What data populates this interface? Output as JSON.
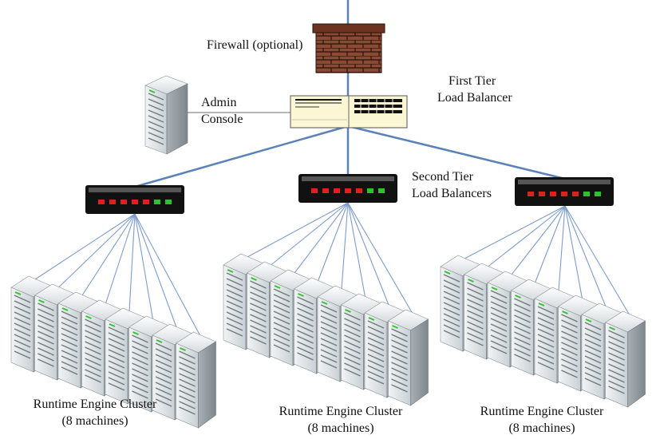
{
  "colors": {
    "link": "#5b82b8",
    "fan_line": "#7f9ccc",
    "brick": "#8b4a35",
    "mortar": "#2a1208",
    "balancer_body": "#fbf6d4",
    "switch_body": "#111111",
    "led_red": "#e21f1f",
    "led_green": "#2fc22f",
    "server_front": "#dde3e6",
    "server_side": "#9aa3a8"
  },
  "firewall": {
    "icon": "brick-wall-icon",
    "label": "Firewall  (optional)"
  },
  "admin_console": {
    "icon": "server-tower-icon",
    "label_line1": "Admin",
    "label_line2": "Console"
  },
  "first_tier": {
    "icon": "load-balancer-appliance-icon",
    "label_line1": "First Tier",
    "label_line2": "Load Balancer"
  },
  "second_tier": {
    "icon": "network-switch-icon",
    "label_line1": "Second Tier",
    "label_line2": "Load Balancers",
    "led_pattern": [
      "red",
      "red",
      "red",
      "red",
      "red",
      "green",
      "green"
    ]
  },
  "clusters": [
    {
      "icon": "server-rack-icon",
      "label_line1": "Runtime Engine  Cluster",
      "label_line2": "(8 machines)",
      "machines": 8
    },
    {
      "icon": "server-rack-icon",
      "label_line1": "Runtime Engine  Cluster",
      "label_line2": "(8 machines)",
      "machines": 8
    },
    {
      "icon": "server-rack-icon",
      "label_line1": "Runtime Engine  Cluster",
      "label_line2": "(8 machines)",
      "machines": 8
    }
  ]
}
